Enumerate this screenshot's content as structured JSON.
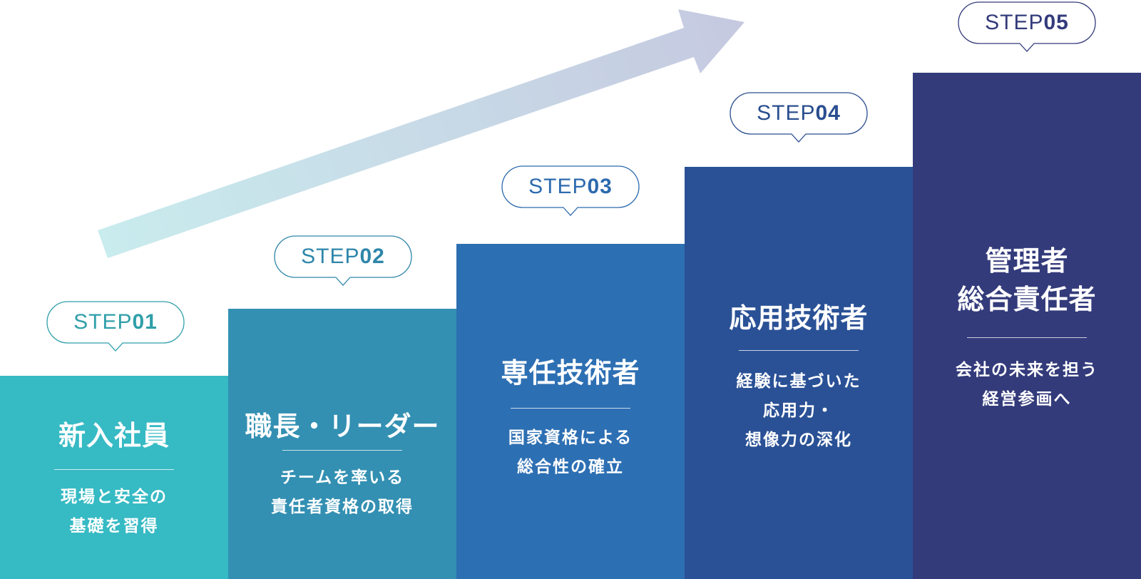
{
  "diagram": {
    "type": "career-step-staircase",
    "arrow": {
      "direction": "up-right",
      "gradient_start": "#C9ECEE",
      "gradient_end": "#C6C9E0"
    },
    "steps": [
      {
        "badge_word": "STEP",
        "badge_num": "01",
        "title_lines": [
          "新入社員"
        ],
        "subtitle_lines": [
          "現場と安全の",
          "基礎を習得"
        ],
        "color": "#36BAC4",
        "badge_color": "#2F9FA9"
      },
      {
        "badge_word": "STEP",
        "badge_num": "02",
        "title_lines": [
          "職長・リーダー"
        ],
        "subtitle_lines": [
          "チームを率いる",
          "責任者資格の取得"
        ],
        "color": "#3390B2",
        "badge_color": "#2E86AA"
      },
      {
        "badge_word": "STEP",
        "badge_num": "03",
        "title_lines": [
          "専任技術者"
        ],
        "subtitle_lines": [
          "国家資格による",
          "総合性の確立"
        ],
        "color": "#2D6FB3",
        "badge_color": "#2D6AAE"
      },
      {
        "badge_word": "STEP",
        "badge_num": "04",
        "title_lines": [
          "応用技術者"
        ],
        "subtitle_lines": [
          "経験に基づいた",
          "応用力・",
          "想像力の深化"
        ],
        "color": "#2A5196",
        "badge_color": "#2A4E8F"
      },
      {
        "badge_word": "STEP",
        "badge_num": "05",
        "title_lines": [
          "管理者",
          "総合責任者"
        ],
        "subtitle_lines": [
          "会社の未来を担う",
          "経営参画へ"
        ],
        "color": "#333B7B",
        "badge_color": "#333B7B"
      }
    ]
  }
}
